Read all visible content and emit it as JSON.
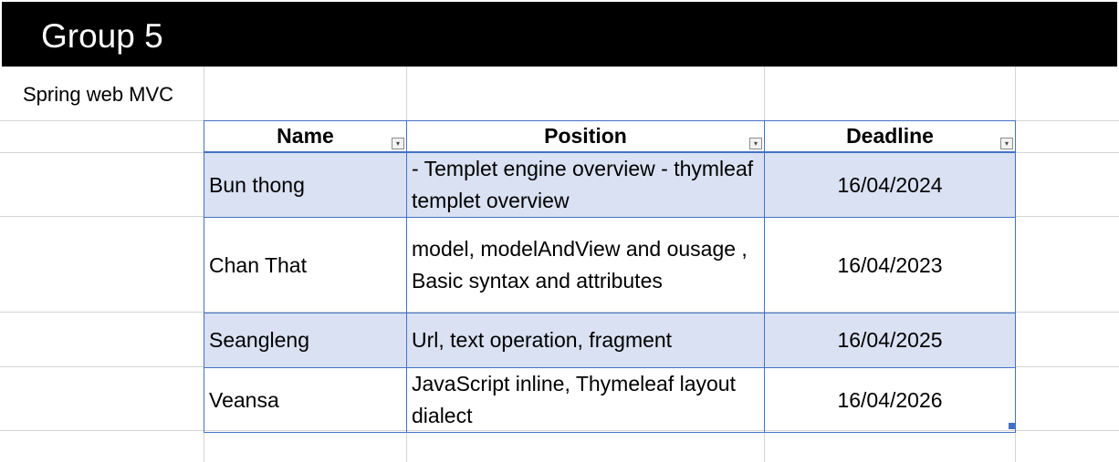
{
  "sheet": {
    "title": "Group 5",
    "subtitle": "Spring web MVC"
  },
  "table": {
    "columns": [
      {
        "label": "Name",
        "filter_icon": "sort-filter-icon"
      },
      {
        "label": "Position",
        "filter_icon": "dropdown-filter-icon"
      },
      {
        "label": "Deadline",
        "filter_icon": "dropdown-filter-icon"
      }
    ],
    "rows": [
      {
        "name": "Bun thong",
        "position": "- Templet engine overview - thymleaf templet overview",
        "deadline": "16/04/2024"
      },
      {
        "name": "Chan That",
        "position": "model, modelAndView and ousage , Basic syntax and attributes",
        "deadline": "16/04/2023"
      },
      {
        "name": "Seangleng",
        "position": "Url, text operation, fragment",
        "deadline": "16/04/2025"
      },
      {
        "name": "Veansa",
        "position": "JavaScript inline, Thymeleaf layout dialect",
        "deadline": "16/04/2026"
      }
    ]
  },
  "colors": {
    "title_bar": "#000000",
    "table_border": "#4472c4",
    "band_fill": "#d9e1f2",
    "gridline": "#d4d4d4"
  }
}
